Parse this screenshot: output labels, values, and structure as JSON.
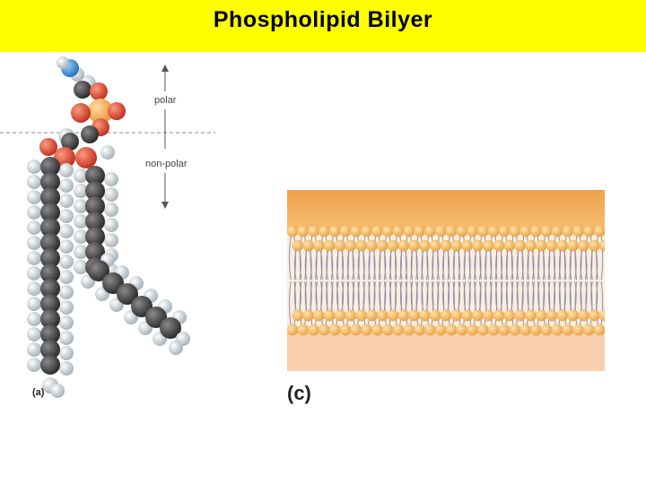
{
  "title": "Phospholipid Bilyer",
  "molecule": {
    "polar_label": "polar",
    "nonpolar_label": "non-polar",
    "panel_label": "(a)"
  },
  "bilayer": {
    "panel_label": "(c)",
    "colors": {
      "top_water": "#f0a84e",
      "head": "#f3b75a",
      "tail": "#8e8fb6",
      "bottom_water": "#f9cfae"
    }
  },
  "colors": {
    "title_bar": "#ffff00",
    "carbon": "#4a4a4a",
    "hydrogen": "#d6d6d6",
    "oxygen": "#e0533c",
    "phosphorus": "#f7b45c",
    "nitrogen": "#3b8fd6"
  }
}
